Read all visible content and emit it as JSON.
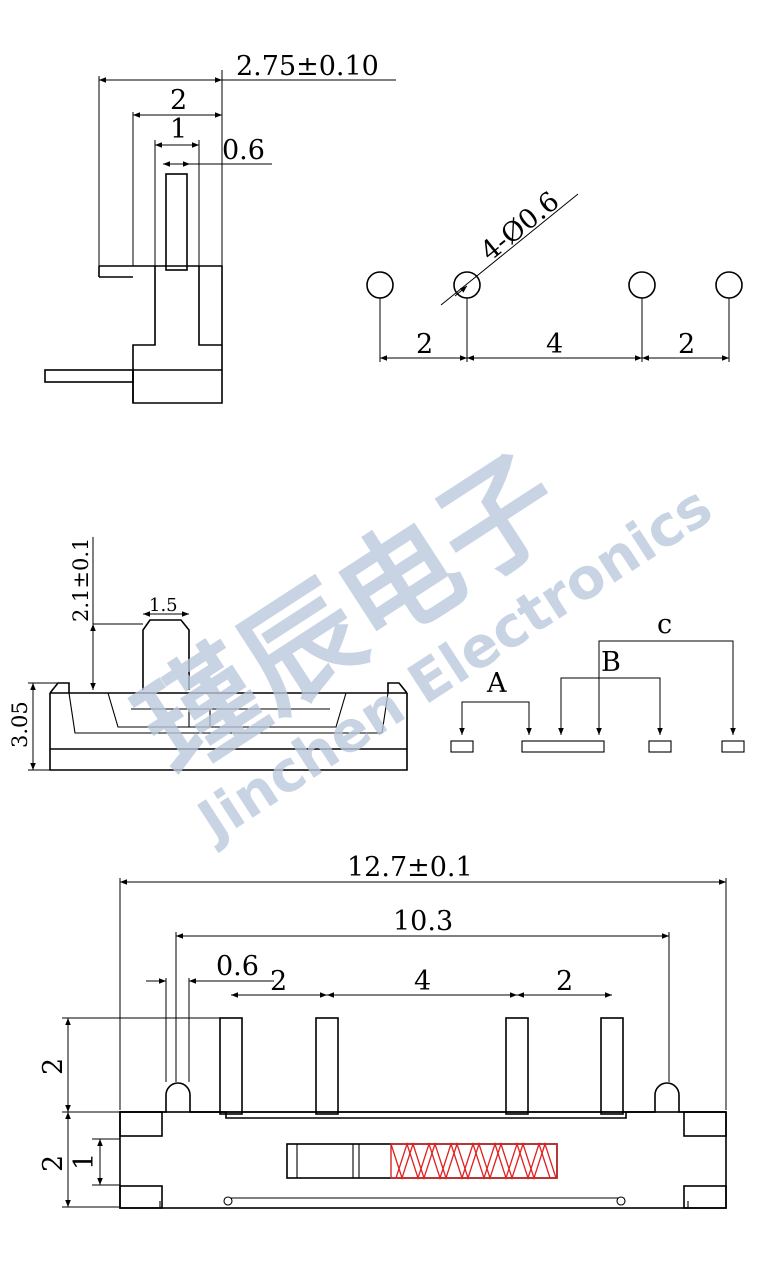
{
  "side_view": {
    "overall_width": "2.75±0.10",
    "body_width": "2",
    "actuator_width": "1",
    "pin_width": "0.6"
  },
  "hole_pattern": {
    "hole_callout": "4-Ø0.6",
    "pitch_left": "2",
    "pitch_middle": "4",
    "pitch_right": "2"
  },
  "front_view": {
    "actuator_height": "2.1±0.1",
    "actuator_width": "1.5",
    "body_height": "3.05"
  },
  "circuit": {
    "label_a": "A",
    "label_b": "B",
    "label_c": "c"
  },
  "top_view": {
    "overall_length": "12.7±0.1",
    "pin_span": "10.3",
    "pin_width": "0.6",
    "pitch_left": "2",
    "pitch_middle": "4",
    "pitch_right": "2",
    "pin_height": "2",
    "body_height": "2",
    "slot_height": "1"
  },
  "watermark": {
    "chinese": "瑾辰电子",
    "english": "Jinchen Electronics"
  },
  "colors": {
    "line": "#000000",
    "spring": "#e0211f",
    "watermark": "#b9c9dc"
  }
}
